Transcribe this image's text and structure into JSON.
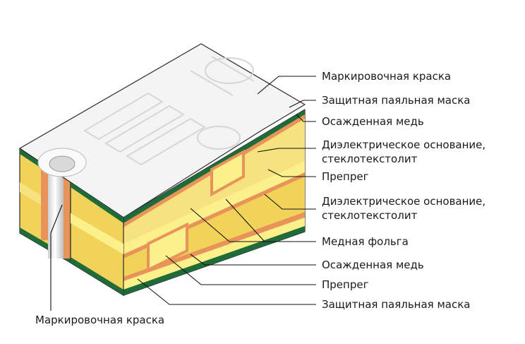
{
  "labels": {
    "marking_ink_top": "Маркировочная краска",
    "solder_mask_top": "Защитная паяльная маска",
    "plated_copper_top": "Осажденная медь",
    "dielectric_1_line1": "Диэлектрическое основание,",
    "dielectric_1_line2": "стеклотекстолит",
    "prepreg_top": "Препрег",
    "dielectric_2_line1": "Диэлектрическое основание,",
    "dielectric_2_line2": "стеклотекстолит",
    "copper_foil": "Медная фольга",
    "plated_copper_bottom": "Осажденная медь",
    "prepreg_bottom": "Препрег",
    "solder_mask_bottom": "Защитная паяльная маска",
    "marking_ink_bottom": "Маркировочная краска"
  },
  "colors": {
    "dielectric": "#f2d35a",
    "dielectric_light": "#f6e27e",
    "prepreg": "#fbf08a",
    "copper": "#e8935a",
    "solder_mask": "#1f6b3a",
    "marking_ink": "#f4f4f4",
    "hole": "#e6e6e6"
  }
}
